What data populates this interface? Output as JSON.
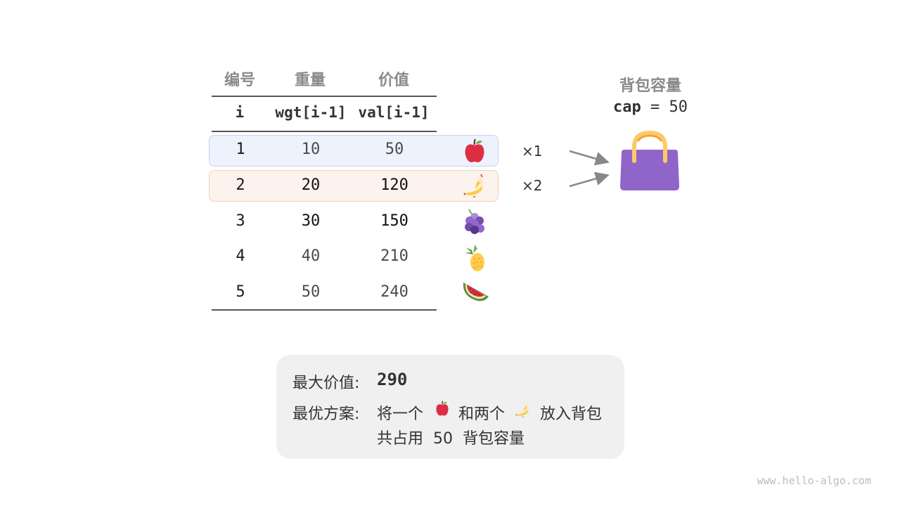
{
  "table": {
    "headers_cn": [
      "编号",
      "重量",
      "价值"
    ],
    "headers_code": [
      "i",
      "wgt[i-1]",
      "val[i-1]"
    ],
    "rows": [
      {
        "i": "1",
        "wgt": "10",
        "val": "50",
        "fruit": "apple",
        "selected_count": "×1",
        "highlight": "#eef2fc",
        "border": "#c9d3f0",
        "tone": "grey"
      },
      {
        "i": "2",
        "wgt": "20",
        "val": "120",
        "fruit": "banana",
        "selected_count": "×2",
        "highlight": "#fdf3ee",
        "border": "#f5cdb8",
        "tone": "dark"
      },
      {
        "i": "3",
        "wgt": "30",
        "val": "150",
        "fruit": "grapes",
        "tone": "dark"
      },
      {
        "i": "4",
        "wgt": "40",
        "val": "210",
        "fruit": "pineapple",
        "tone": "grey"
      },
      {
        "i": "5",
        "wgt": "50",
        "val": "240",
        "fruit": "watermelon",
        "tone": "grey"
      }
    ]
  },
  "knapsack": {
    "title": "背包容量",
    "cap_label": "cap",
    "cap_eq": "= 50",
    "icon": "handbag-icon",
    "bag_color": "#9065c9",
    "handle_color": "#fdc96a"
  },
  "result": {
    "max_value_label": "最大价值:",
    "max_value": "290",
    "plan_label": "最优方案:",
    "plan_part1": "将一个",
    "plan_part2": "和两个",
    "plan_part3": "放入背包",
    "plan_line2": "共占用  50  背包容量"
  },
  "watermark": "www.hello-algo.com",
  "colors": {
    "header_grey": "#8a8a8a",
    "text_dark": "#1a1a1a",
    "text_grey": "#4a4a4a",
    "arrow": "#888888",
    "result_bg": "#f0f0f0"
  }
}
